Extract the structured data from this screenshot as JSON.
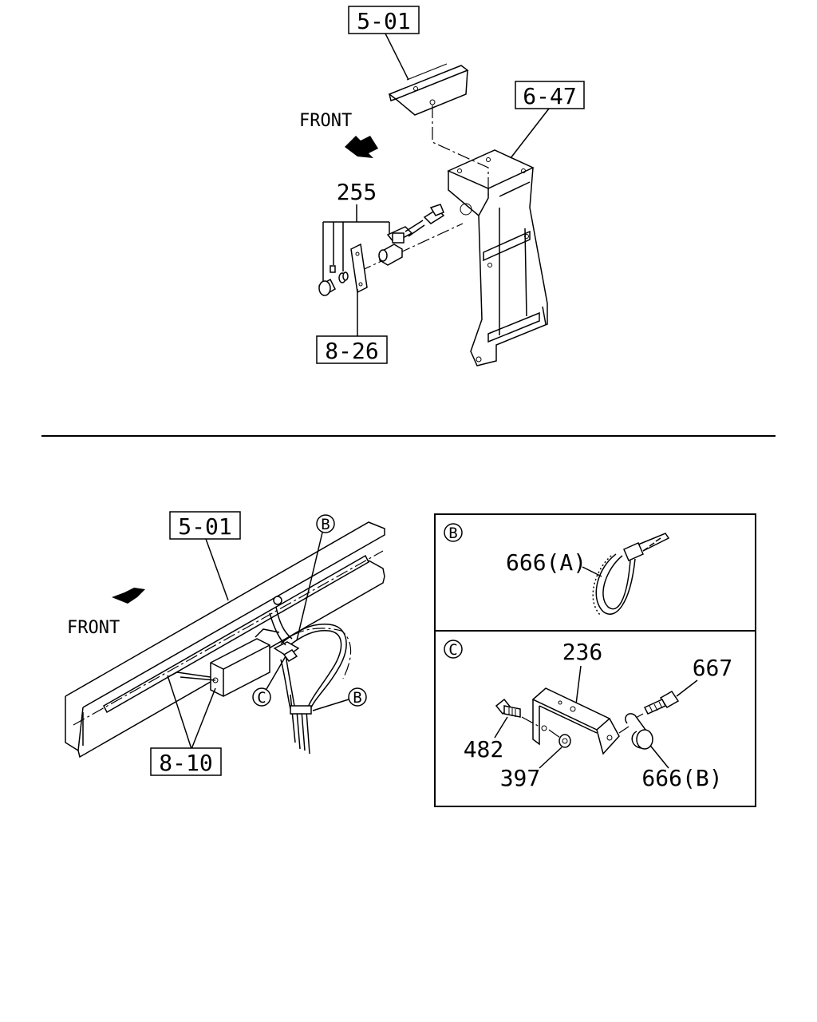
{
  "top": {
    "ref_frame_top": "5-01",
    "ref_bracket": "6-47",
    "front_label": "FRONT",
    "part_switch": "255",
    "ref_harness": "8-26"
  },
  "bottom_left": {
    "ref_frame": "5-01",
    "front_label": "FRONT",
    "ref_harness": "8-10",
    "callout_b_top": "B",
    "callout_b_bottom": "B",
    "callout_c": "C"
  },
  "detail_b": {
    "marker": "B",
    "part": "666(A)"
  },
  "detail_c": {
    "marker": "C",
    "part_bracket": "236",
    "part_bolt_left": "482",
    "part_nut": "397",
    "part_screw": "667",
    "part_clip": "666(B)"
  }
}
